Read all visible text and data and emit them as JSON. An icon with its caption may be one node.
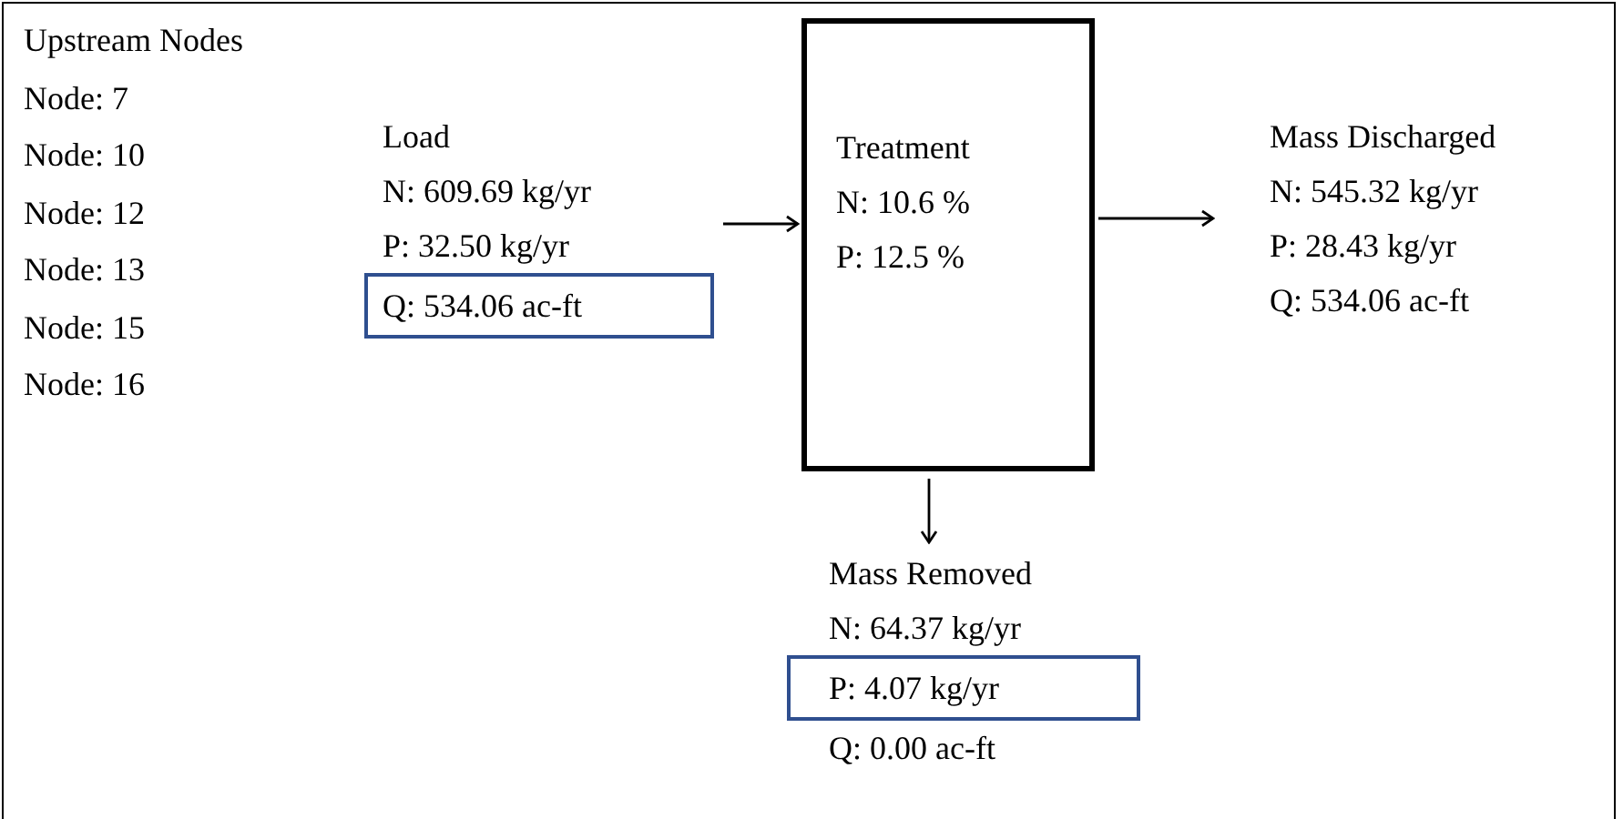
{
  "diagram": {
    "nodes": [
      {
        "text": [
          "Load",
          "N: 609.69 kg/yr",
          "P: 32.50 kg/yr"
        ]
      },
      {
        "text": [
          "Q: 534.06 ac-ft"
        ],
        "in": 0
      },
      {
        "text": [
          "Treatment",
          "N: 10.6 %",
          "P: 12.5 %"
        ]
      },
      {
        "text": [
          "Mass Discharged",
          "N: 545.32 kg/yr",
          "P: 28.43 kg/yr",
          "Q: 534.06 ac-ft"
        ]
      },
      {
        "text": [
          "Mass Removed",
          "N: 64.37 kg/yr",
          "Q: 0.00 ac-ft"
        ]
      },
      {
        "text": [
          "P: 4.07 kg/yr"
        ],
        "in": 4
      }
    ],
    "edges": [
      {
        "from": 0,
        "to": 2,
        "arrow": "to"
      },
      {
        "from": 2,
        "to": 3,
        "arrow": "to"
      },
      {
        "from": 2,
        "to": 4,
        "arrow": "to"
      }
    ],
    "labels": [
      "Upstream Nodes",
      "Node: 7",
      "Node: 10",
      "Node: 12",
      "Node: 13",
      "Node: 15",
      "Node: 16"
    ]
  }
}
